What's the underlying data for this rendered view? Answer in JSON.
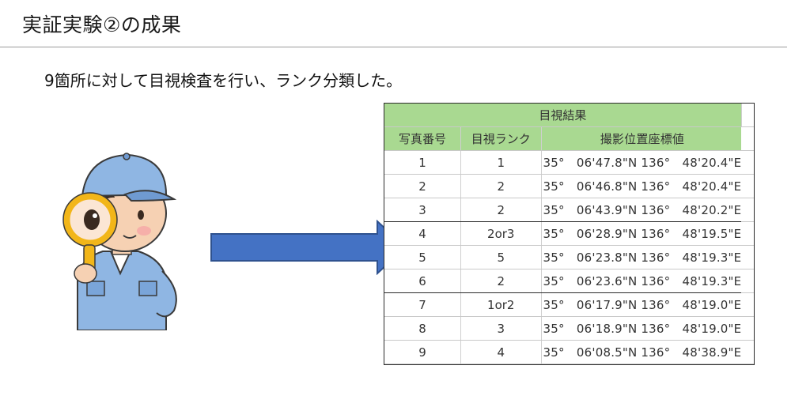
{
  "slide": {
    "title": "実証実験②の成果",
    "subtitle": "9箇所に対して目視検査を行い、ランク分類した。"
  },
  "table": {
    "group_header": "目視結果",
    "columns": [
      "写真番号",
      "目視ランク",
      "撮影位置座標値"
    ],
    "rows": [
      {
        "no": "1",
        "rank": "1",
        "coord": "35°　06'47.8\"N 136°　48'20.4\"E"
      },
      {
        "no": "2",
        "rank": "2",
        "coord": "35°　06'46.8\"N 136°　48'20.4\"E"
      },
      {
        "no": "3",
        "rank": "2",
        "coord": "35°　06'43.9\"N 136°　48'20.2\"E"
      },
      {
        "no": "4",
        "rank": "2or3",
        "coord": "35°　06'28.9\"N 136°　48'19.5\"E"
      },
      {
        "no": "5",
        "rank": "5",
        "coord": "35°　06'23.8\"N 136°　48'19.3\"E"
      },
      {
        "no": "6",
        "rank": "2",
        "coord": "35°　06'23.6\"N 136°　48'19.3\"E"
      },
      {
        "no": "7",
        "rank": "1or2",
        "coord": "35°　06'17.9\"N 136°　48'19.0\"E"
      },
      {
        "no": "8",
        "rank": "3",
        "coord": "35°　06'18.9\"N 136°　48'19.0\"E"
      },
      {
        "no": "9",
        "rank": "4",
        "coord": "35°　06'08.5\"N 136°　48'38.9\"E"
      }
    ]
  },
  "colors": {
    "header_green": "#a9d991",
    "arrow_blue": "#4472c4",
    "arrow_border": "#2f528f"
  },
  "icons": {
    "illustration": "inspector-with-magnifier",
    "arrow": "right-arrow"
  }
}
